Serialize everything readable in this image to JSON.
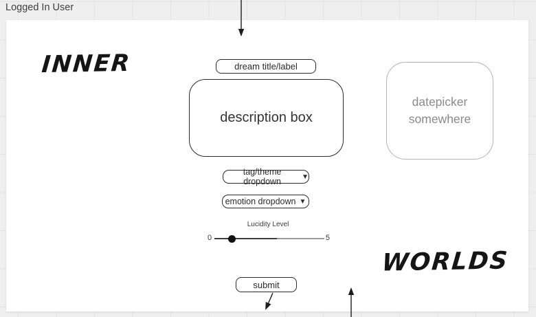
{
  "header": {
    "logged_in_label": "Logged In User"
  },
  "annotations": {
    "inner_text": "INNER",
    "worlds_text": "WORLDS"
  },
  "form": {
    "title_field_label": "dream title/label",
    "description_label": "description box",
    "datepicker_label": "datepicker somewhere",
    "tag_dropdown_label": "tag/theme dropdown",
    "emotion_dropdown_label": "emotion dropdown",
    "dropdown_caret": "▼",
    "slider": {
      "label": "Lucidity Level",
      "min": "0",
      "max": "5"
    },
    "submit_label": "submit"
  },
  "colors": {
    "backdrop_bg": "#efefef",
    "grid_line": "#e3e3e3",
    "canvas_bg": "#ffffff",
    "ink": "#2b2b2b",
    "muted": "#8a8a8a"
  }
}
